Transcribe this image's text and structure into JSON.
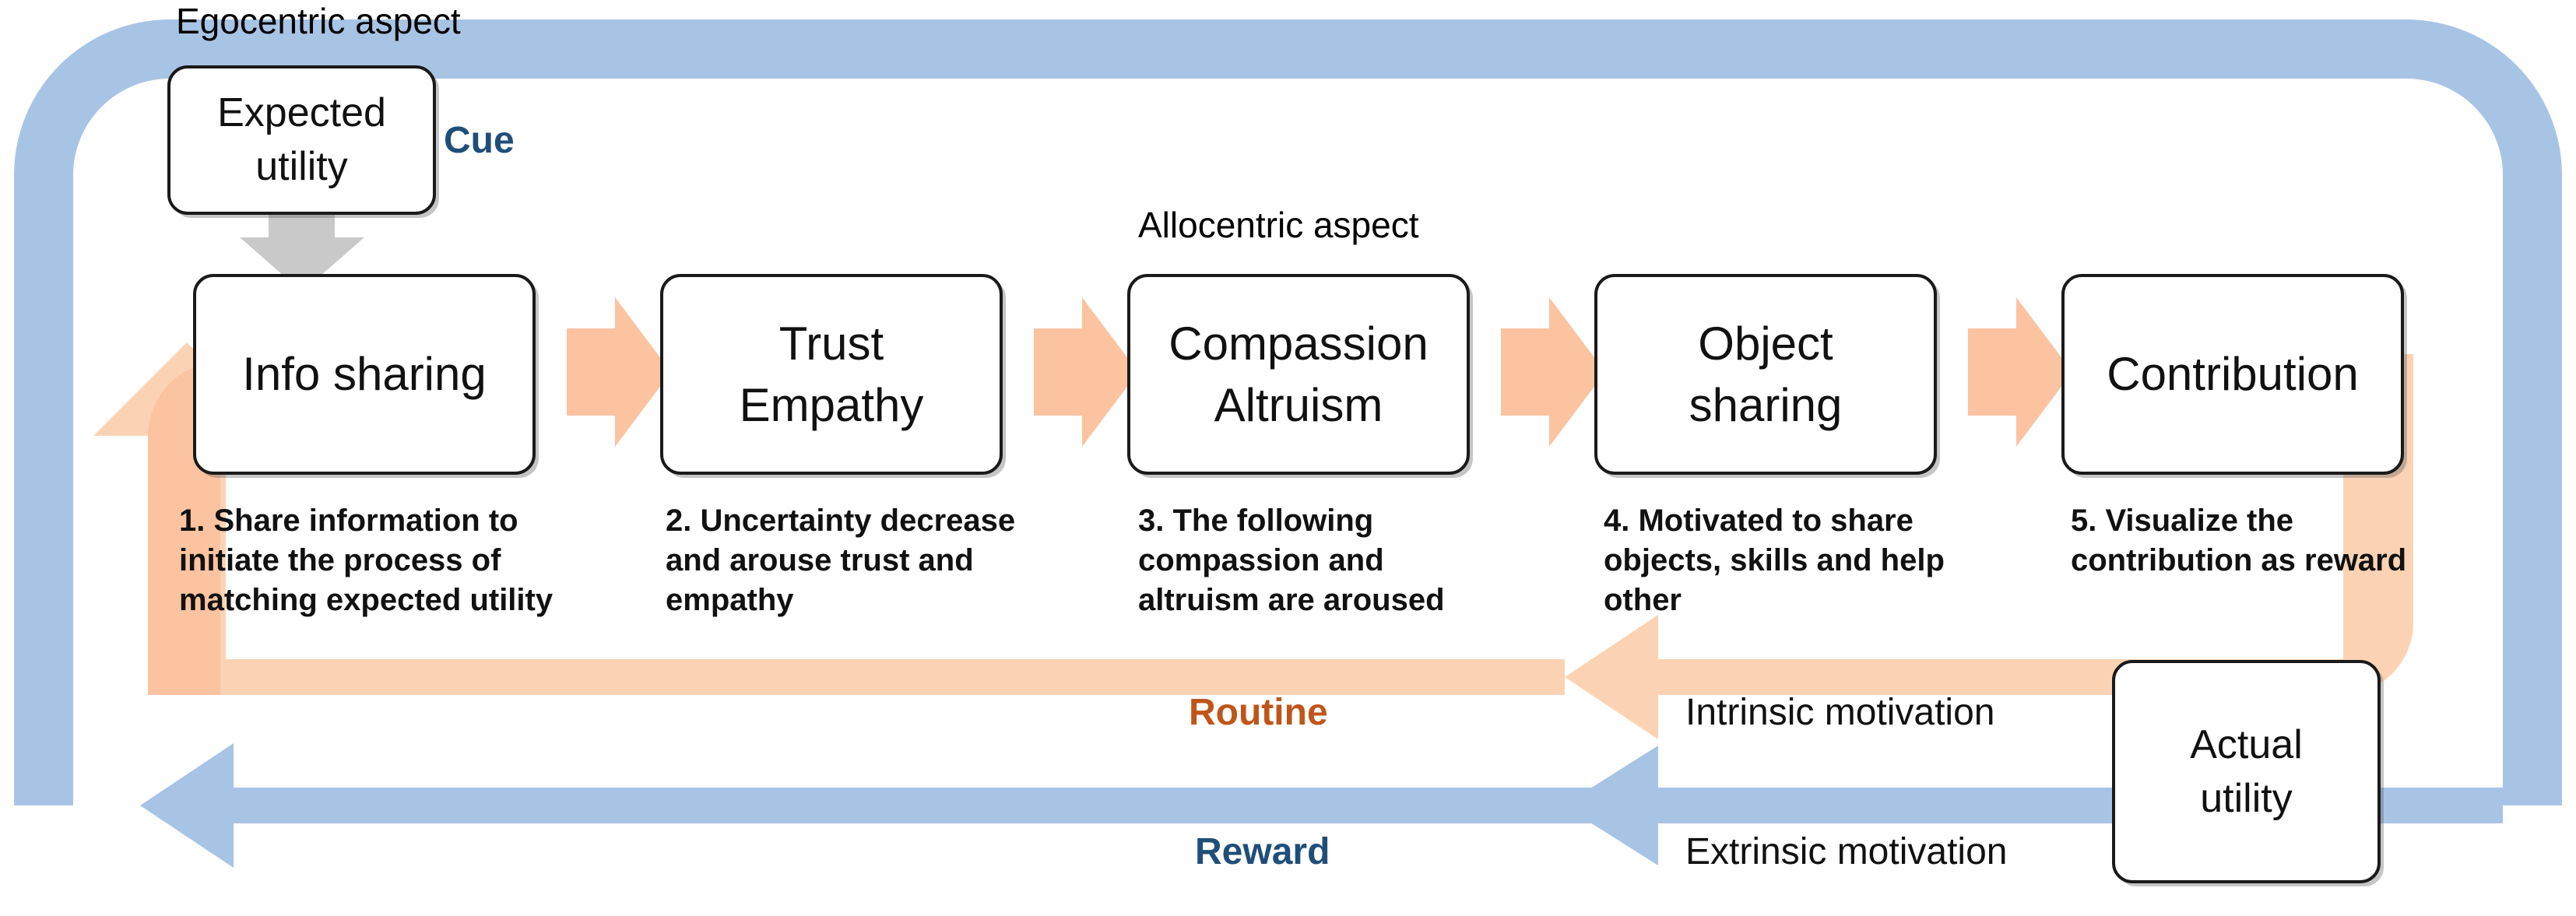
{
  "diagram": {
    "title_labels": {
      "egocentric": "Egocentric aspect",
      "allocentric": "Allocentric aspect"
    },
    "side_nodes": {
      "expected_utility": {
        "line1": "Expected",
        "line2": "utility"
      },
      "actual_utility": {
        "line1": "Actual",
        "line2": "utility"
      }
    },
    "steps": [
      {
        "title1": "Info sharing",
        "title2": "",
        "desc": "1. Share information to initiate the process of matching expected utility"
      },
      {
        "title1": "Trust",
        "title2": "Empathy",
        "desc": "2. Uncertainty decrease and arouse trust and empathy"
      },
      {
        "title1": "Compassion",
        "title2": "Altruism",
        "desc": "3. The following compassion and altruism are aroused"
      },
      {
        "title1": "Object",
        "title2": "sharing",
        "desc": "4. Motivated to share objects, skills and help other"
      },
      {
        "title1": "Contribution",
        "title2": "",
        "desc": "5. Visualize the contribution as reward"
      }
    ],
    "ribbons": {
      "cue": "Cue",
      "routine": "Routine",
      "reward": "Reward",
      "intrinsic": "Intrinsic motivation",
      "extrinsic": "Extrinsic motivation"
    },
    "colors": {
      "blue_ribbon": "#A8C4E5",
      "orange_ribbon": "#FBD3B4",
      "step_arrow": "#FBC3A0",
      "gray_arrow": "#C9C9C9",
      "box_border": "#1a1a1a",
      "cue_text": "#1F4E79",
      "routine_text": "#C0551A",
      "reward_text": "#1F4E79"
    }
  }
}
